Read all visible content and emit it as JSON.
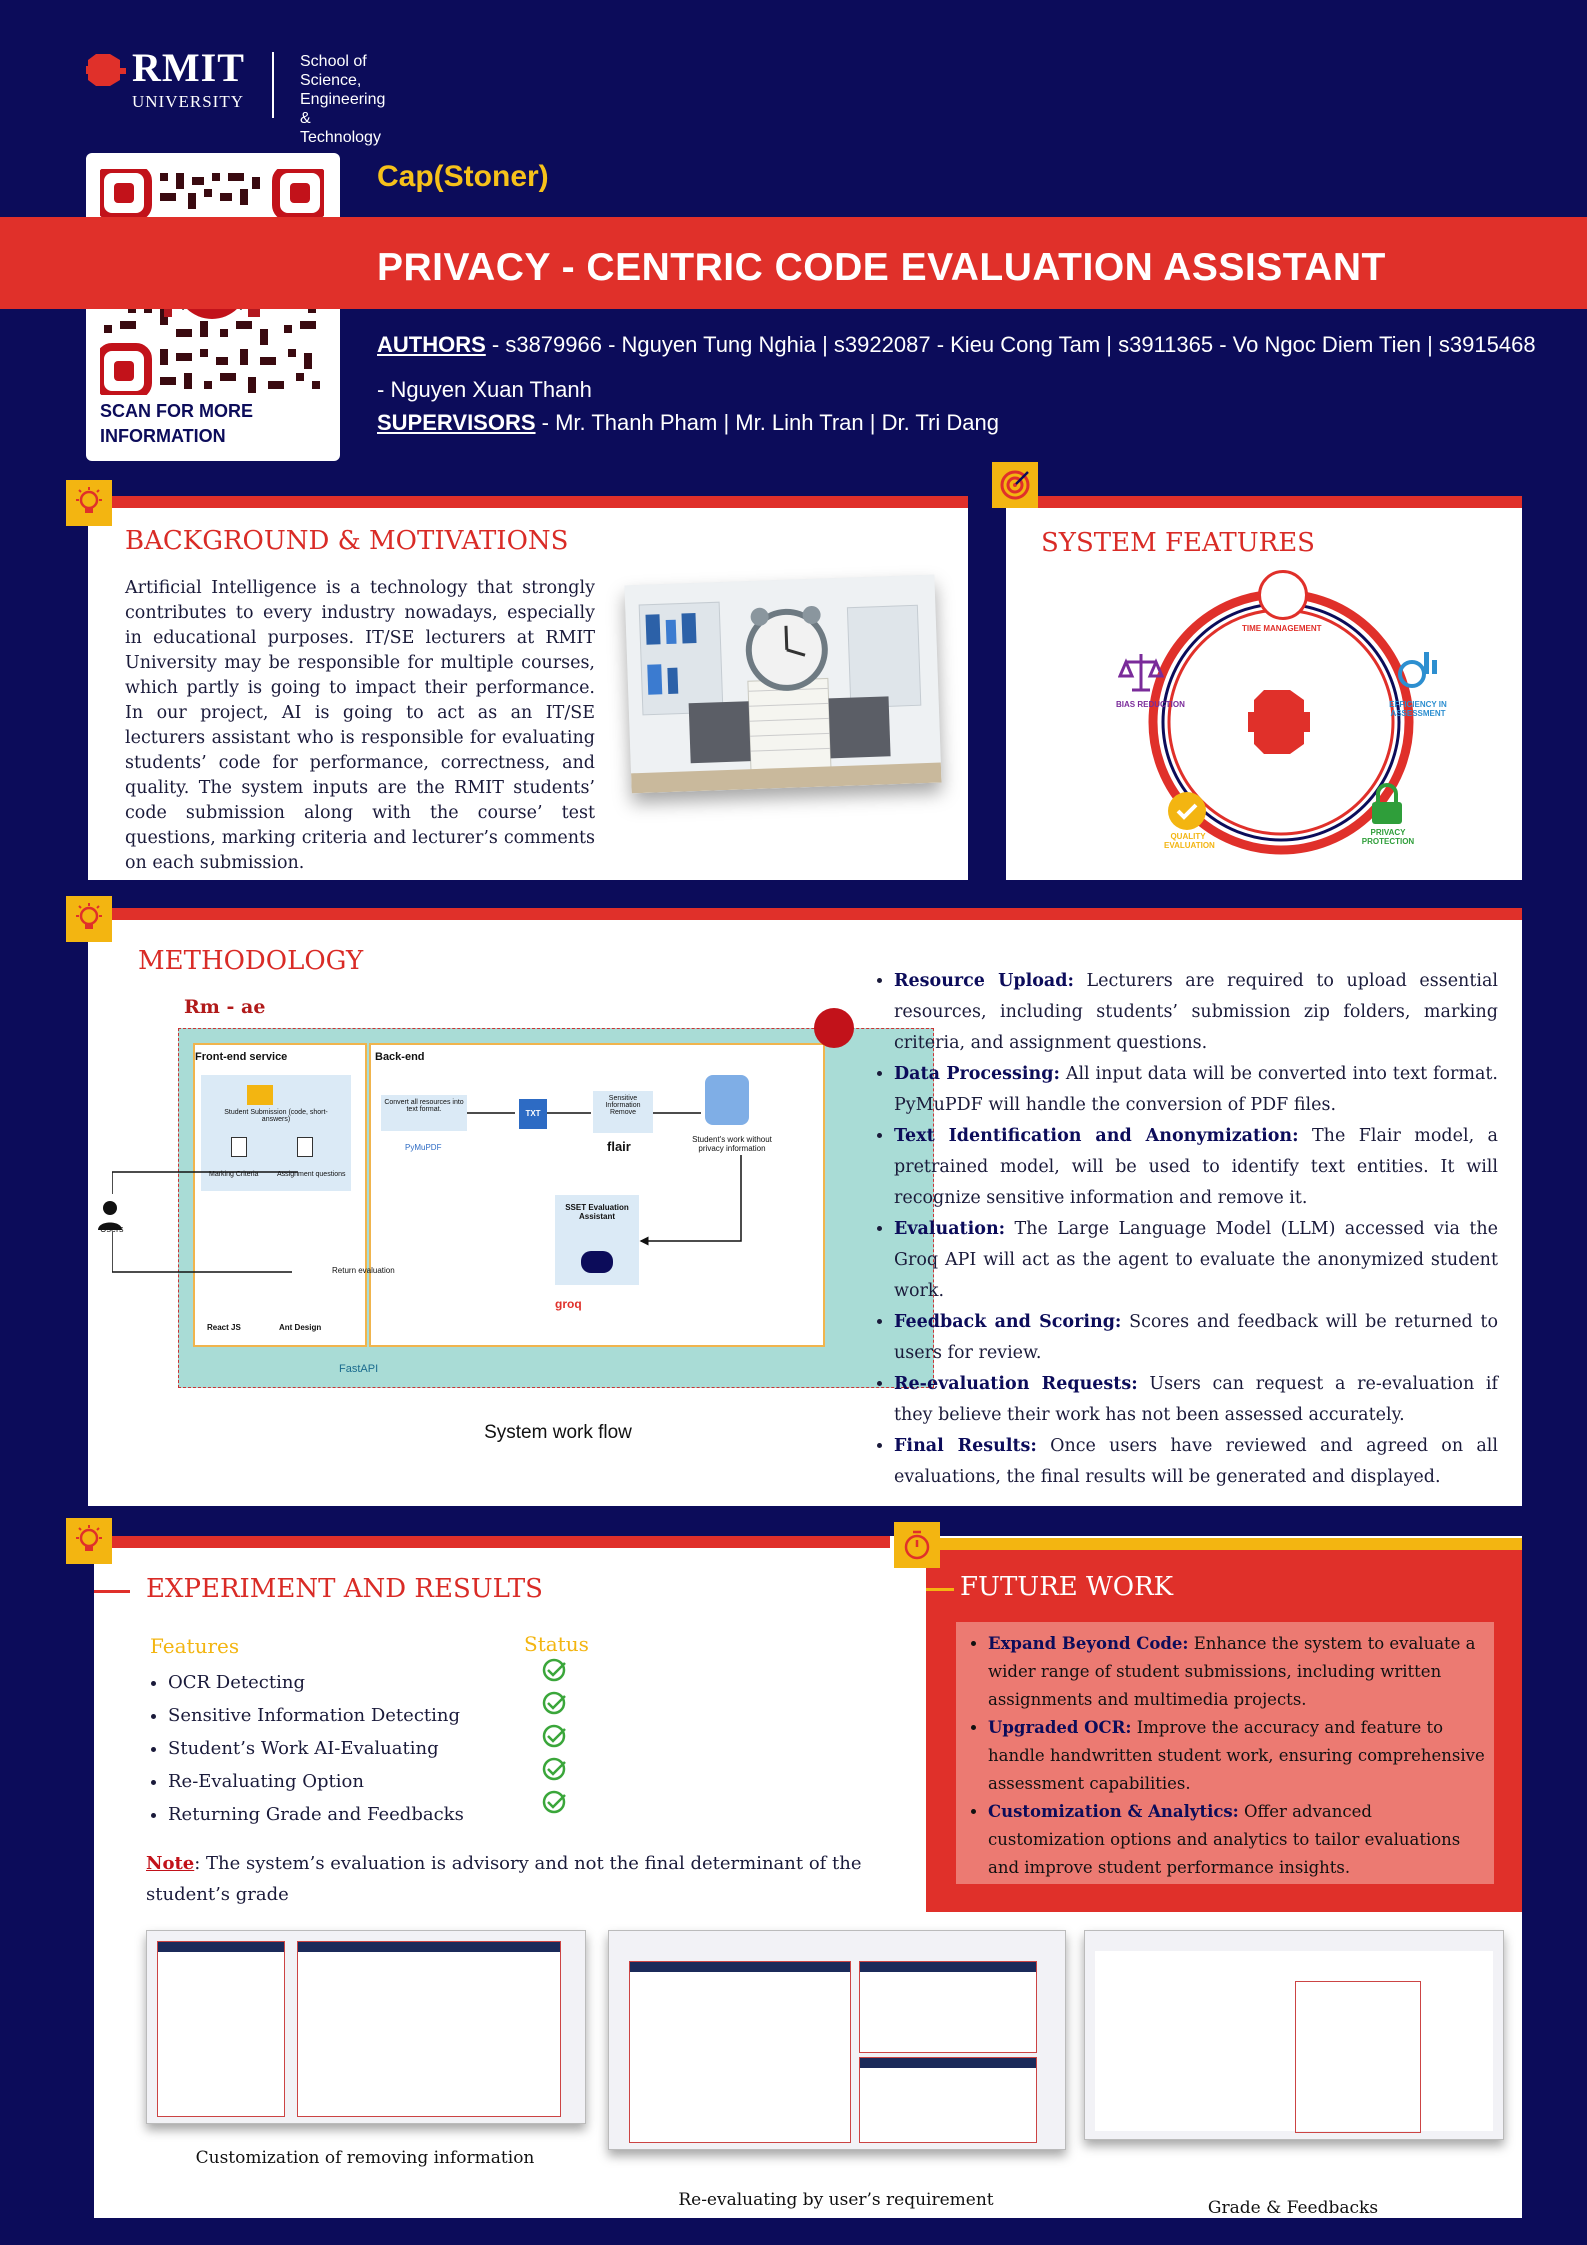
{
  "header": {
    "logo_name": "RMIT",
    "logo_sub": "UNIVERSITY",
    "school": "School of\nScience, Engineering\n& Technology"
  },
  "qr": {
    "caption": "SCAN FOR MORE\nINFORMATION"
  },
  "team": "Cap(Stoner)",
  "title": "PRIVACY - CENTRIC CODE EVALUATION ASSISTANT",
  "authors": {
    "label": "AUTHORS",
    "text": " -  s3879966 - Nguyen Tung Nghia | s3922087 - Kieu Cong Tam | s3911365 - Vo Ngoc Diem Tien | s3915468 - Nguyen Xuan Thanh"
  },
  "supervisors": {
    "label": "SUPERVISORS",
    "text": " -  Mr. Thanh Pham | Mr. Linh Tran | Dr. Tri Dang"
  },
  "background": {
    "title": "BACKGROUND & MOTIVATIONS",
    "text": "Artificial Intelligence is a technology that strongly contributes to every industry nowadays, especially in educational purposes. IT/SE lecturers at RMIT University may be responsible for multiple courses, which partly is going to impact their performance. In our project, AI is going to act as an IT/SE lecturers assistant who is responsible for evaluating students’ code for performance, correctness, and quality. The system inputs are the RMIT students’ code submission along with the course’ test questions, marking criteria and lecturer’s comments on each submission."
  },
  "features": {
    "title": "SYSTEM FEATURES",
    "items": [
      "TIME MANAGEMENT",
      "BIAS REDUCTION",
      "EFFICIENCY IN ASSESSMENT",
      "QUALITY EVALUATION",
      "PRIVACY PROTECTION"
    ]
  },
  "methodology": {
    "title": "METHODOLOGY",
    "diagram": {
      "brand": "Rm - ae",
      "frontend": "Front-end service",
      "backend": "Back-end",
      "submission": "Student Submission (code, short-answers)",
      "criteria": "Marking Criteria",
      "questions": "Assignment questions",
      "convert": "Convert all resources into text format.",
      "pymupdf": "PyMuPDF",
      "txt": "TXT",
      "sensitive": "Sensitive Information Remove",
      "flair": "flair",
      "student_work": "Student's work without privacy information",
      "sset": "SSET Evaluation Assistant",
      "users": "Users",
      "return": "Return evaluation",
      "react": "React JS",
      "antd": "Ant Design",
      "groq": "groq",
      "fastapi": "FastAPI",
      "caption": "System work flow"
    },
    "steps": [
      {
        "label": "Resource Upload:",
        "text": " Lecturers are required to upload essential resources, including students’ submission zip folders, marking criteria, and assignment questions."
      },
      {
        "label": "Data Processing:",
        "text": " All input data will be converted into text format. PyMuPDF will handle the conversion of PDF files."
      },
      {
        "label": "Text Identification and Anonymization:",
        "text": " The Flair model, a pretrained model, will be used to identify text entities. It will recognize sensitive information and remove it."
      },
      {
        "label": "Evaluation:",
        "text": " The Large Language Model (LLM) accessed via the Groq API will act as the agent to evaluate the anonymized student work."
      },
      {
        "label": "Feedback and Scoring:",
        "text": " Scores and feedback will be returned to users for review."
      },
      {
        "label": "Re-evaluation Requests:",
        "text": " Users can request a re-evaluation if they believe their work has not been assessed accurately."
      },
      {
        "label": "Final Results:",
        "text": " Once users have reviewed and agreed on all evaluations, the final results will be generated and displayed."
      }
    ]
  },
  "experiment": {
    "title": "EXPERIMENT AND RESULTS",
    "col_features": "Features",
    "col_status": "Status",
    "rows": [
      "OCR Detecting",
      "Sensitive Information Detecting",
      "Student’s Work AI-Evaluating",
      "Re-Evaluating Option",
      "Returning Grade and Feedbacks"
    ],
    "note_label": "Note",
    "note_text": ": The system’s evaluation is advisory and not the final determinant of the student’s grade",
    "screens": [
      {
        "caption": "Customization of removing information"
      },
      {
        "caption": "Re-evaluating by user’s requirement"
      },
      {
        "caption": "Grade & Feedbacks"
      }
    ]
  },
  "future": {
    "title": "FUTURE WORK",
    "items": [
      {
        "label": "Expand Beyond Code:",
        "text": " Enhance the system to evaluate a wider range of student submissions, including written assignments and multimedia projects."
      },
      {
        "label": "Upgraded OCR:",
        "text": " Improve the accuracy and feature to handle handwritten student work, ensuring comprehensive assessment capabilities."
      },
      {
        "label": "Customization & Analytics:",
        "text": " Offer advanced customization options and analytics to tailor evaluations and improve student performance insights."
      }
    ]
  },
  "colors": {
    "navy": "#0c0c5a",
    "red": "#e0302a",
    "yellow": "#f3b511",
    "green": "#3aa63a"
  }
}
